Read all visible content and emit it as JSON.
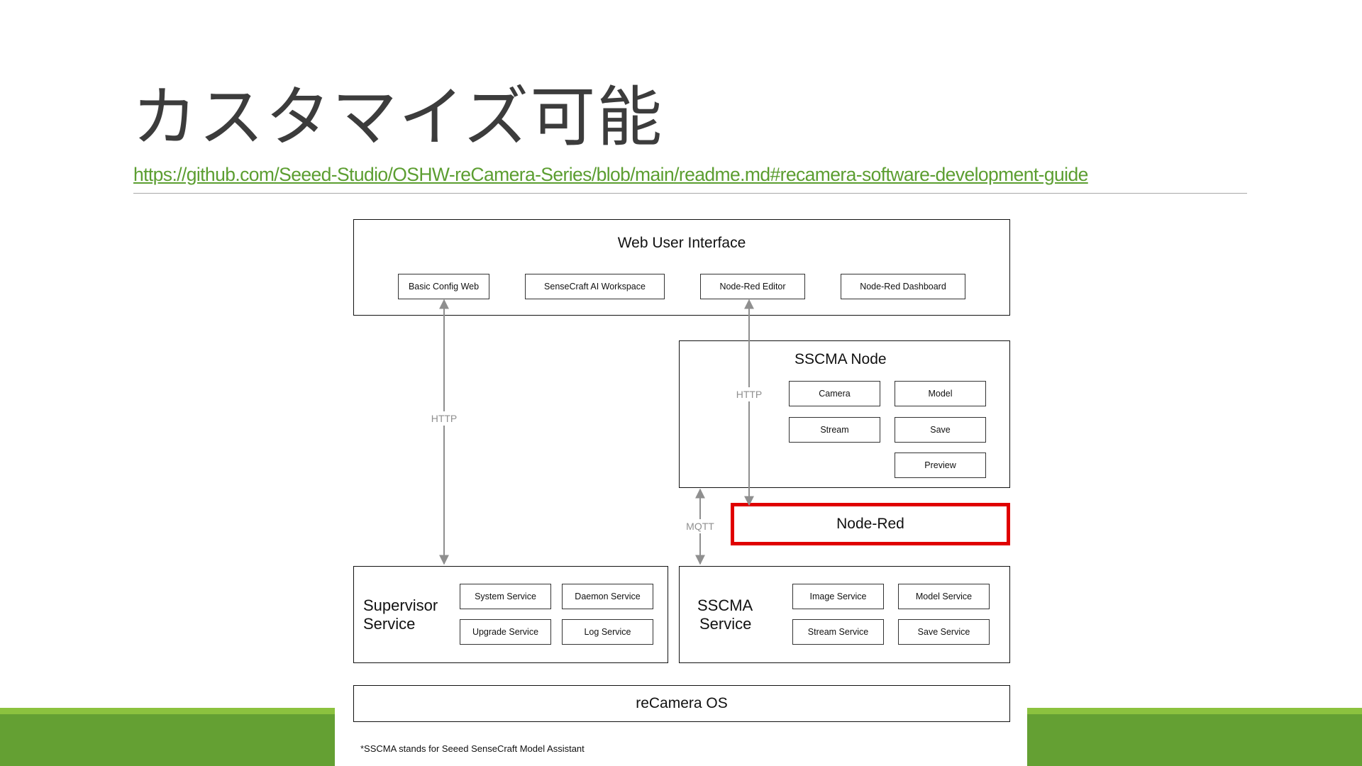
{
  "slide": {
    "title": "カスタマイズ可能",
    "link": "https://github.com/Seeed-Studio/OSHW-reCamera-Series/blob/main/readme.md#recamera-software-development-guide"
  },
  "colors": {
    "accent_green": "#64a033",
    "accent_green_light": "#8cc23f",
    "highlight_red": "#e00000",
    "link_green": "#5c9e31"
  },
  "diagram": {
    "web_ui": {
      "title": "Web User Interface",
      "items": [
        "Basic Config Web",
        "SenseCraft AI Workspace",
        "Node-Red Editor",
        "Node-Red Dashboard"
      ]
    },
    "sscma_node": {
      "title": "SSCMA Node",
      "items": [
        "Camera",
        "Model",
        "Stream",
        "Save",
        "Preview"
      ]
    },
    "node_red": {
      "title": "Node-Red"
    },
    "supervisor": {
      "title_line1": "Supervisor",
      "title_line2": "Service",
      "items": [
        "System Service",
        "Daemon Service",
        "Upgrade Service",
        "Log Service"
      ]
    },
    "sscma_service": {
      "title_line1": "SSCMA",
      "title_line2": "Service",
      "items": [
        "Image Service",
        "Model Service",
        "Stream Service",
        "Save Service"
      ]
    },
    "os": {
      "title": "reCamera OS"
    },
    "connections": {
      "http_left": "HTTP",
      "http_right": "HTTP",
      "mqtt": "MQTT"
    },
    "footnote": "*SSCMA stands for Seeed SenseCraft Model Assistant"
  }
}
